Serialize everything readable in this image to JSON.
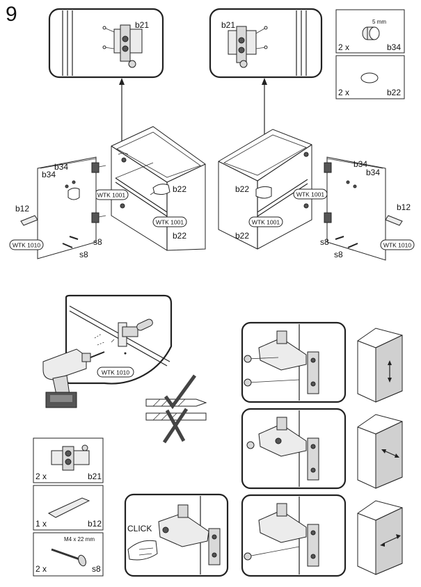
{
  "step_number": "9",
  "labels": {
    "b21": "b21",
    "b22": "b22",
    "b34": "b34",
    "b12": "b12",
    "s8": "s8",
    "wtk1001": "WTK 1001",
    "wtk1010": "WTK 1010",
    "click": "CLICK"
  },
  "parts_top": [
    {
      "qty": "2 x",
      "code": "b34",
      "note": "5 mm"
    },
    {
      "qty": "2 x",
      "code": "b22",
      "note": ""
    }
  ],
  "parts_bottom": [
    {
      "qty": "2 x",
      "code": "b21",
      "note": ""
    },
    {
      "qty": "1 x",
      "code": "b12",
      "note": ""
    },
    {
      "qty": "2 x",
      "code": "s8",
      "note": "M4 x 22 mm"
    }
  ]
}
